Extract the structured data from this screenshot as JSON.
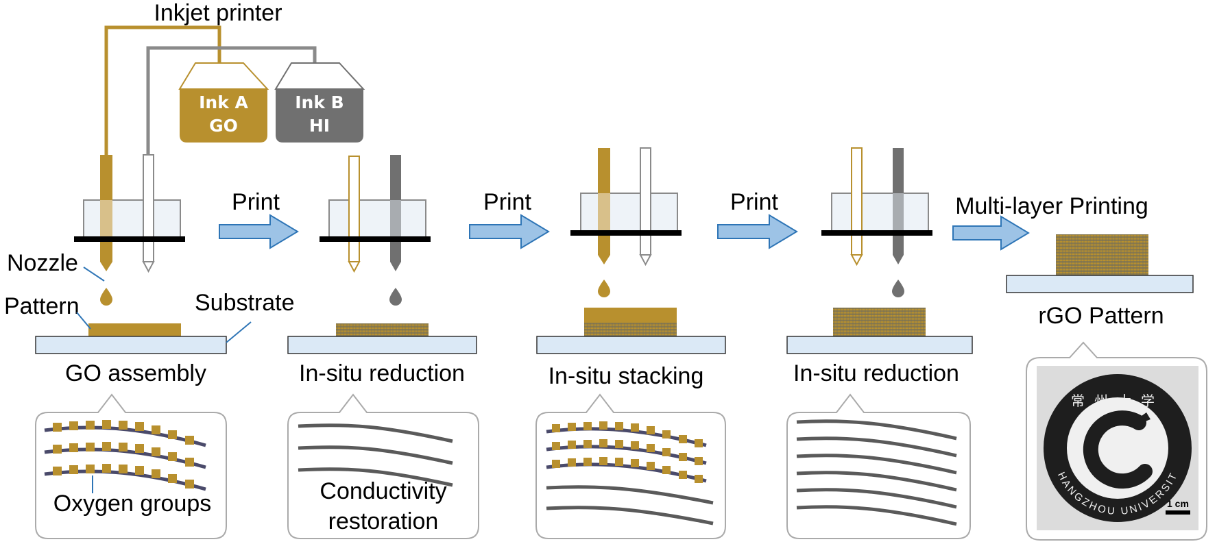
{
  "title": "Inkjet printer",
  "inks": [
    {
      "line1": "Ink A",
      "line2": "GO",
      "color": "#b8902e"
    },
    {
      "line1": "Ink B",
      "line2": "HI",
      "color": "#707070"
    }
  ],
  "callouts": {
    "nozzle": "Nozzle",
    "pattern": "Pattern",
    "substrate": "Substrate"
  },
  "steps": [
    {
      "caption": "GO assembly",
      "bubble_label": "Oxygen groups"
    },
    {
      "caption": "In-situ reduction",
      "bubble_label_1": "Conductivity",
      "bubble_label_2": "restoration"
    },
    {
      "caption": "In-situ stacking"
    },
    {
      "caption": "In-situ reduction"
    },
    {
      "caption": "rGO Pattern"
    }
  ],
  "arrows": [
    "Print",
    "Print",
    "Print",
    "Multi-layer Printing"
  ],
  "photo": {
    "seal_text": "CHANGZHOU UNIVERSITY",
    "seal_cjk": "常州大学",
    "scale_bar": "1 cm"
  },
  "colors": {
    "go": "#b8902e",
    "hi": "#707070",
    "arrow": "#9dc3e6",
    "substrate": "#dbe9f6"
  }
}
